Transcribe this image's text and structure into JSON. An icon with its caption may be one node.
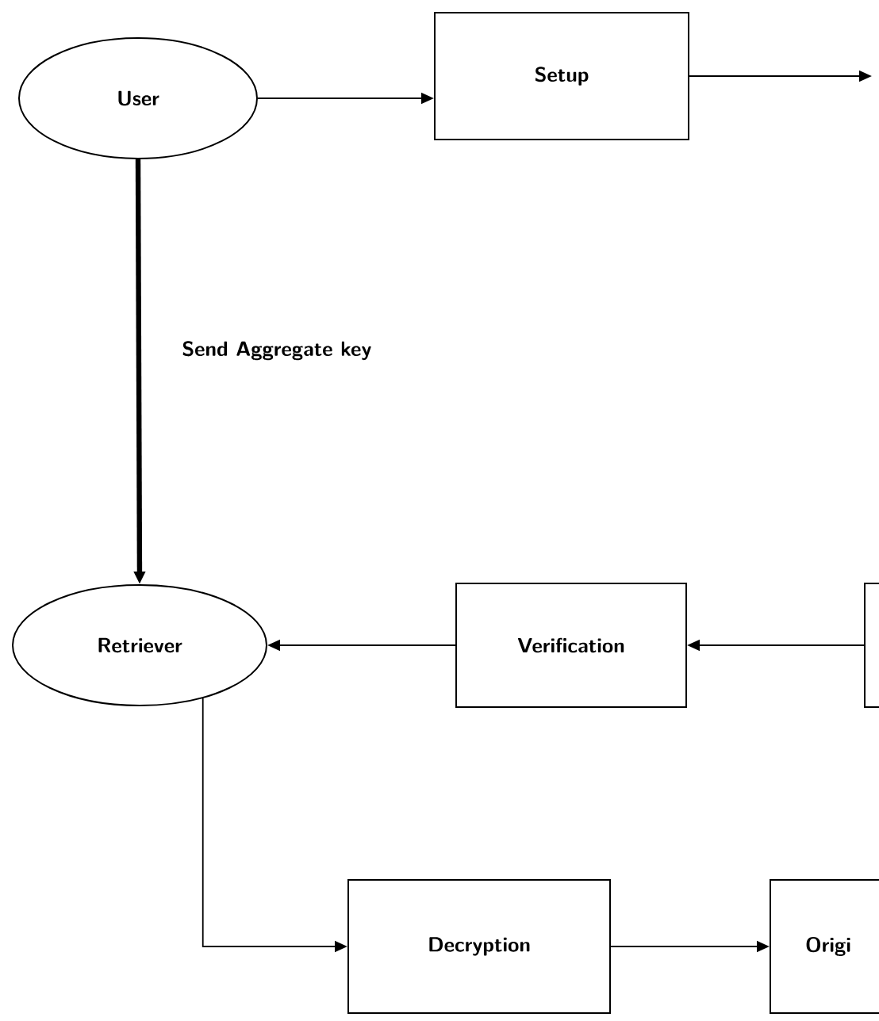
{
  "diagram": {
    "nodes": [
      {
        "text": [
          "User"
        ]
      },
      {
        "text": [
          "Setup"
        ]
      },
      {
        "text": [
          "Retriever"
        ]
      },
      {
        "text": [
          "Verification"
        ]
      },
      {
        "text": [],
        "shape": "box"
      },
      {
        "text": [
          "Decryption"
        ]
      },
      {
        "text": [
          "Origi"
        ]
      }
    ],
    "edges": [
      {
        "from": 0,
        "to": 1,
        "arrow": "to"
      },
      {
        "from": 1,
        "to": null,
        "arrow": "to"
      },
      {
        "from": 0,
        "to": 2,
        "arrow": "to",
        "style": "thick",
        "label": "Send Aggregate key"
      },
      {
        "from": 4,
        "to": 3,
        "arrow": "to"
      },
      {
        "from": 3,
        "to": 2,
        "arrow": "to"
      },
      {
        "from": 2,
        "to": 5,
        "arrow": "to"
      },
      {
        "from": 5,
        "to": 6,
        "arrow": "to"
      }
    ]
  }
}
